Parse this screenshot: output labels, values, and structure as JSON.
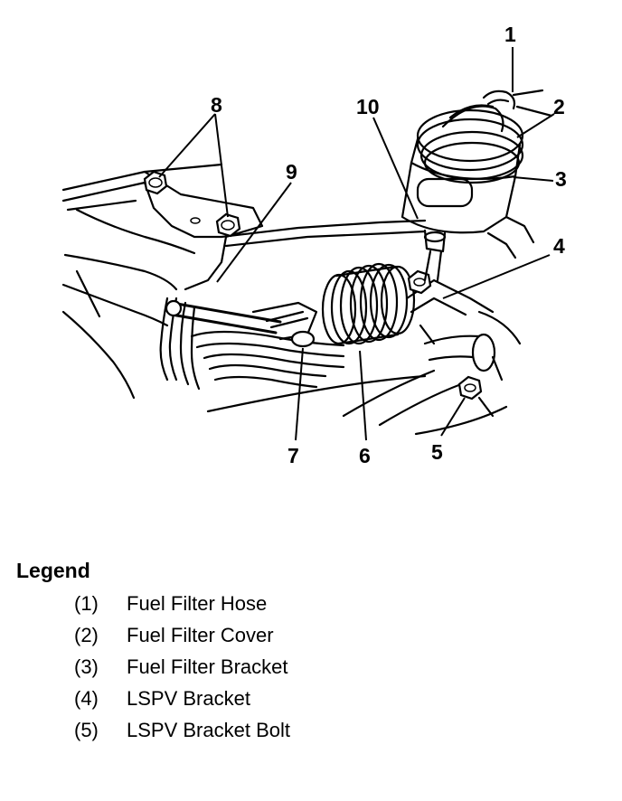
{
  "figure": {
    "callouts": [
      "1",
      "2",
      "3",
      "4",
      "5",
      "6",
      "7",
      "8",
      "9",
      "10"
    ]
  },
  "legend": {
    "title": "Legend",
    "items": [
      {
        "num": "(1)",
        "text": "Fuel Filter Hose"
      },
      {
        "num": "(2)",
        "text": "Fuel Filter Cover"
      },
      {
        "num": "(3)",
        "text": "Fuel Filter Bracket"
      },
      {
        "num": "(4)",
        "text": "LSPV Bracket"
      },
      {
        "num": "(5)",
        "text": "LSPV Bracket Bolt"
      }
    ]
  }
}
